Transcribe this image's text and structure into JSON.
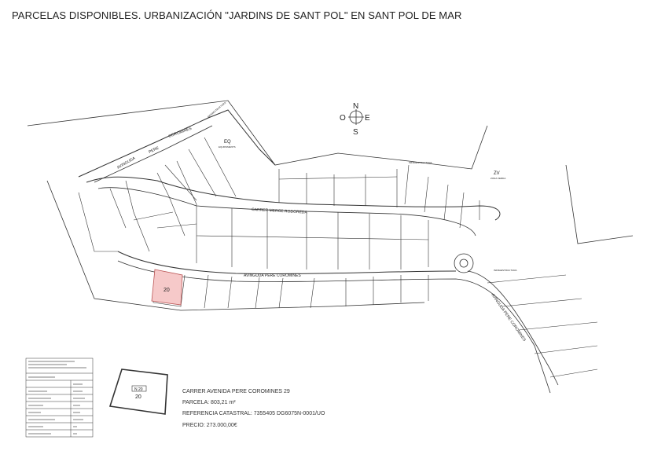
{
  "title": "PARCELAS DISPONIBLES. URBANIZACIÓN \"JARDINS DE SANT POL\" EN SANT POL DE MAR",
  "compass": {
    "n": "N",
    "s": "S",
    "e": "E",
    "w": "O"
  },
  "zones": {
    "eq": "EQ",
    "eq_sub": "EQUIPAMENTS",
    "zv": "ZV",
    "zv_sub": "ZONA VERDA",
    "infra": "INFRAESTRUCTURA"
  },
  "streets": {
    "avinguda_upper_1": "AVINGUDA",
    "avinguda_upper_2": "PERE",
    "avinguda_upper_3": "COROMINES",
    "merce": "CARRER   MERCE   RODOREDA",
    "avinguda_lower": "AVINGUDA   PERE   COROMINES",
    "avinguda_right": "AVINGUDA PERE COROMINES"
  },
  "highlighted_parcel": {
    "number": "20",
    "color": "#f6c9c9"
  },
  "detail_parcel": {
    "number": "20",
    "tag": "N 20"
  },
  "info": {
    "street": "CARRER AVENIDA PERE COROMINES 29",
    "area": "PARCELA: 803,21 m²",
    "cadastral": "REFERENCIA CATASTRAL: 7355405 DG6075N-0001/UO",
    "price": "PRECIO: 273.000,00€"
  }
}
